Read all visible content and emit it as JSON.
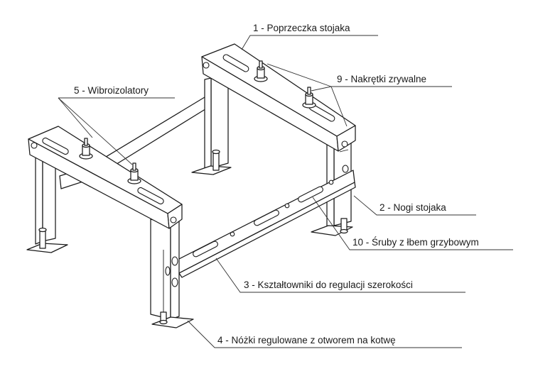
{
  "labels": {
    "crossbar": "1 - Poprzeczka stojaka",
    "legs": "2 - Nogi stojaka",
    "profiles": "3 - Kształtowniki do regulacji szerokości",
    "feet": "4 - Nóżki regulowane z otworem na kotwę",
    "isolators": "5 - Wibroizolatory",
    "nuts": "9 - Nakrętki zrywalne",
    "bolts": "10 - Śruby z łbem grzybowym"
  }
}
